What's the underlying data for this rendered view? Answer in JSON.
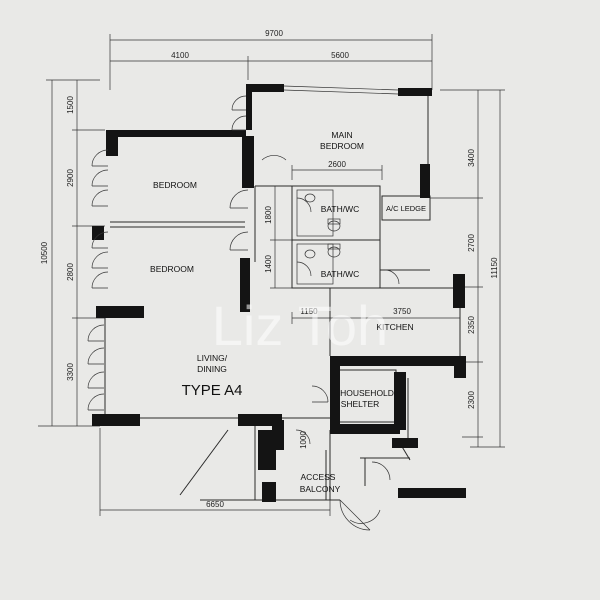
{
  "plan": {
    "type_label": "TYPE A4",
    "watermark": "Liz Toh",
    "rooms": {
      "main_bedroom": [
        "MAIN",
        "BEDROOM"
      ],
      "bedroom_1": "BEDROOM",
      "bedroom_2": "BEDROOM",
      "bath_wc_1": "BATH/WC",
      "bath_wc_2": "BATH/WC",
      "ac_ledge": "A/C LEDGE",
      "kitchen": "KITCHEN",
      "living_dining": [
        "LIVING/",
        "DINING"
      ],
      "household_shelter": [
        "HOUSEHOLD",
        "SHELTER"
      ],
      "access_balcony": [
        "ACCESS",
        "BALCONY"
      ]
    },
    "dimensions": {
      "top_total": "9700",
      "top_left": "4100",
      "top_right": "5600",
      "bath_width": "2600",
      "left_total": "10500",
      "left_1": "1500",
      "left_2": "2900",
      "left_3": "2800",
      "left_4": "3300",
      "right_total": "11150",
      "right_1": "3400",
      "right_2": "2700",
      "right_3": "2350",
      "right_4": "2300",
      "bath_h1": "1800",
      "bath_h2": "1400",
      "mid_1150": "1150",
      "kitchen_width": "3750",
      "bottom_width": "6650",
      "balcony_1000": "1000"
    }
  }
}
